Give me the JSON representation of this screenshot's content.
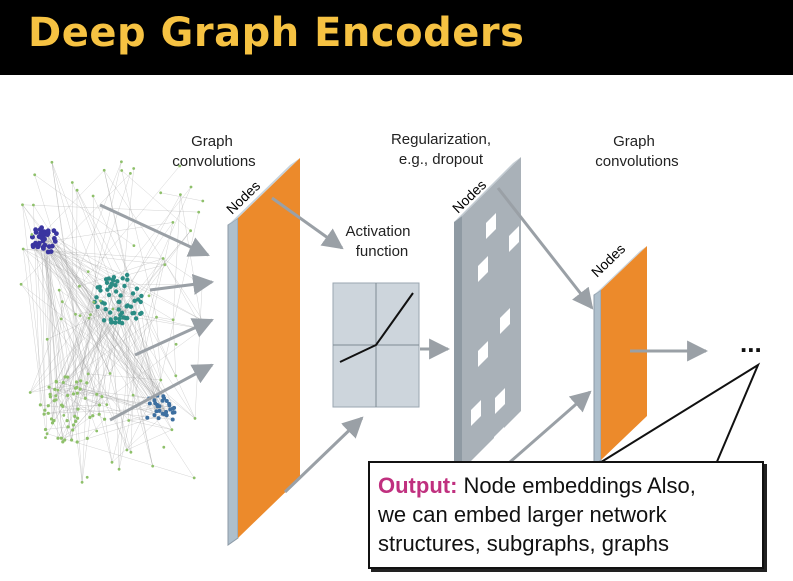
{
  "slide": {
    "title": "Deep Graph Encoders"
  },
  "labels": {
    "graph_conv_1": [
      "Graph",
      "convolutions"
    ],
    "activation": [
      "Activation",
      "function"
    ],
    "regularization": [
      "Regularization,",
      "e.g., dropout"
    ],
    "graph_conv_2": [
      "Graph",
      "convolutions"
    ],
    "nodes": "Nodes",
    "ellipsis": "..."
  },
  "callout": {
    "keyword": "Output:",
    "line1_rest": " Node embeddings Also,",
    "line2": "we can embed larger network",
    "line3": "structures,  subgraphs, graphs"
  },
  "colors": {
    "title_text": "#f6c242",
    "layer_orange": "#ec8a2b",
    "layer_side": "#aebfcc",
    "dropout_gray": "#a9b1b8",
    "arrow": "#9aa0a6",
    "keyword": "#c0307f",
    "cluster_purple": "#3a35a0",
    "cluster_teal": "#2a8c84",
    "cluster_green": "#8ec06a",
    "cluster_blue": "#3d6fa0"
  }
}
